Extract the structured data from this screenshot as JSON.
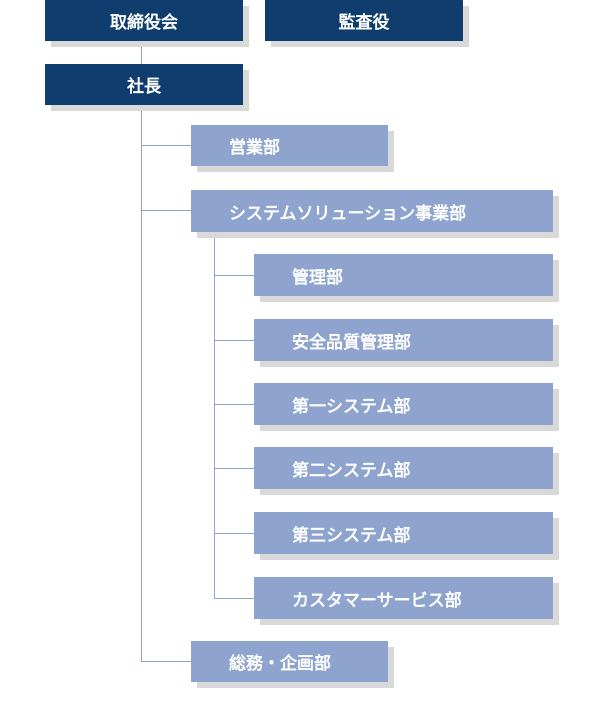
{
  "org": {
    "board": "取締役会",
    "auditor": "監査役",
    "president": "社長",
    "sales": "営業部",
    "solutions": "システムソリューション事業部",
    "management": "管理部",
    "qa": "安全品質管理部",
    "sys1": "第一システム部",
    "sys2": "第二システム部",
    "sys3": "第三システム部",
    "service": "カスタマーサービス部",
    "general": "総務・企画部"
  },
  "colors": {
    "dark_box": "#0e3d6e",
    "light_box": "#8ea3cd",
    "shadow": "#d9d9d9",
    "connector": "#8ea3cd"
  }
}
